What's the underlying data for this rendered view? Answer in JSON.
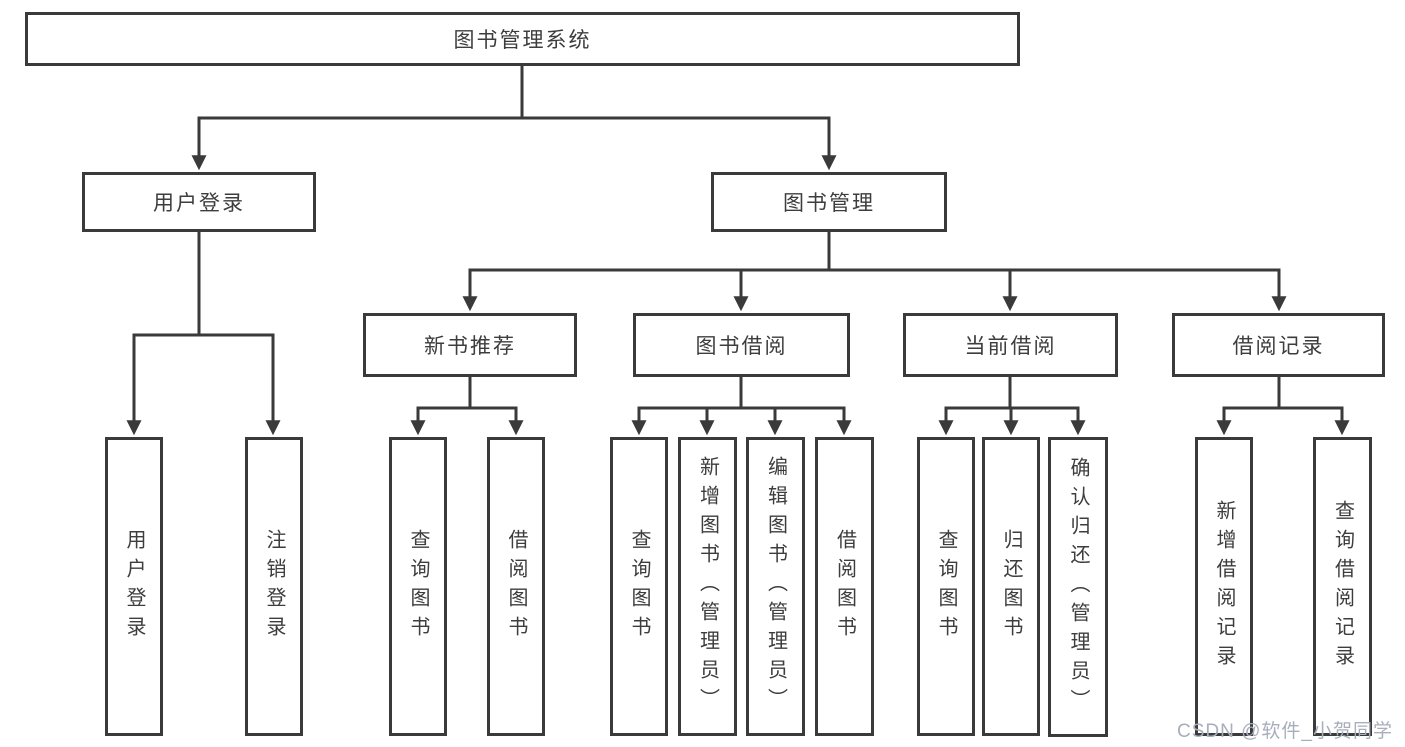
{
  "colors": {
    "line": "#3a3a3a",
    "text": "#3d3d3d",
    "watermark": "#a8aebc",
    "bg": "#ffffff"
  },
  "tree": {
    "root": {
      "label": "图书管理系统",
      "children": [
        {
          "label": "用户登录",
          "children": [
            {
              "label": "用户登录"
            },
            {
              "label": "注销登录"
            }
          ]
        },
        {
          "label": "图书管理",
          "children": [
            {
              "label": "新书推荐",
              "children": [
                {
                  "label": "查询图书"
                },
                {
                  "label": "借阅图书"
                }
              ]
            },
            {
              "label": "图书借阅",
              "children": [
                {
                  "label": "查询图书"
                },
                {
                  "label": "新增图书（管理员）"
                },
                {
                  "label": "编辑图书（管理员）"
                },
                {
                  "label": "借阅图书"
                }
              ]
            },
            {
              "label": "当前借阅",
              "children": [
                {
                  "label": "查询图书"
                },
                {
                  "label": "归还图书"
                },
                {
                  "label": "确认归还（管理员）"
                }
              ]
            },
            {
              "label": "借阅记录",
              "children": [
                {
                  "label": "新增借阅记录"
                },
                {
                  "label": "查询借阅记录"
                }
              ]
            }
          ]
        }
      ]
    }
  },
  "watermark": {
    "text": "CSDN @软件_小贺同学"
  }
}
